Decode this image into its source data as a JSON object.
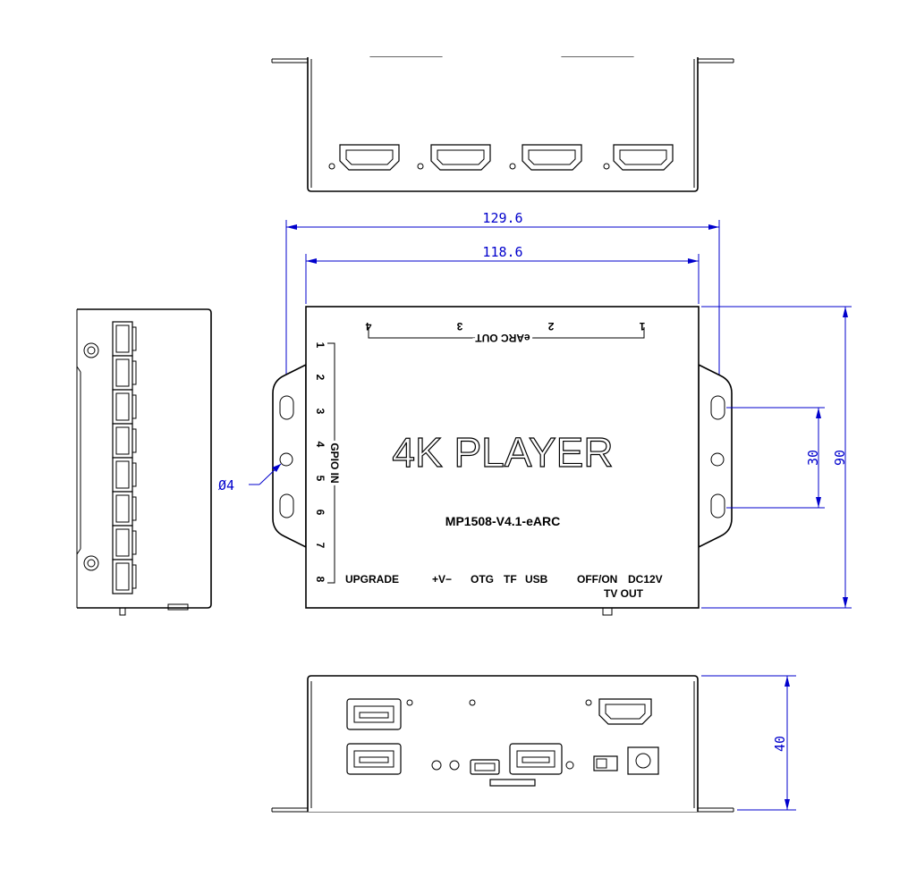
{
  "device": {
    "title": "4K PLAYER",
    "model": "MP1508-V4.1-eARC"
  },
  "dimensions": {
    "outer_width": "129.6",
    "inner_width": "118.6",
    "height_total": "90",
    "hole_spacing": "30",
    "depth": "40",
    "hole_diameter": "Ø4"
  },
  "top_panel": {
    "earc_label": "eARC OUT",
    "earc_ports": [
      "4",
      "3",
      "2",
      "1"
    ],
    "gpio_label": "GPIO IN",
    "gpio_pins": [
      "1",
      "2",
      "3",
      "4",
      "5",
      "6",
      "7",
      "8"
    ]
  },
  "bottom_labels": {
    "upgrade": "UPGRADE",
    "power": "+V−",
    "otg": "OTG",
    "tf": "TF",
    "usb": "USB",
    "switch": "OFF/ON",
    "dc": "DC12V",
    "tv": "TV OUT"
  },
  "colors": {
    "dimension": "#0000cc",
    "outline": "#000000"
  }
}
